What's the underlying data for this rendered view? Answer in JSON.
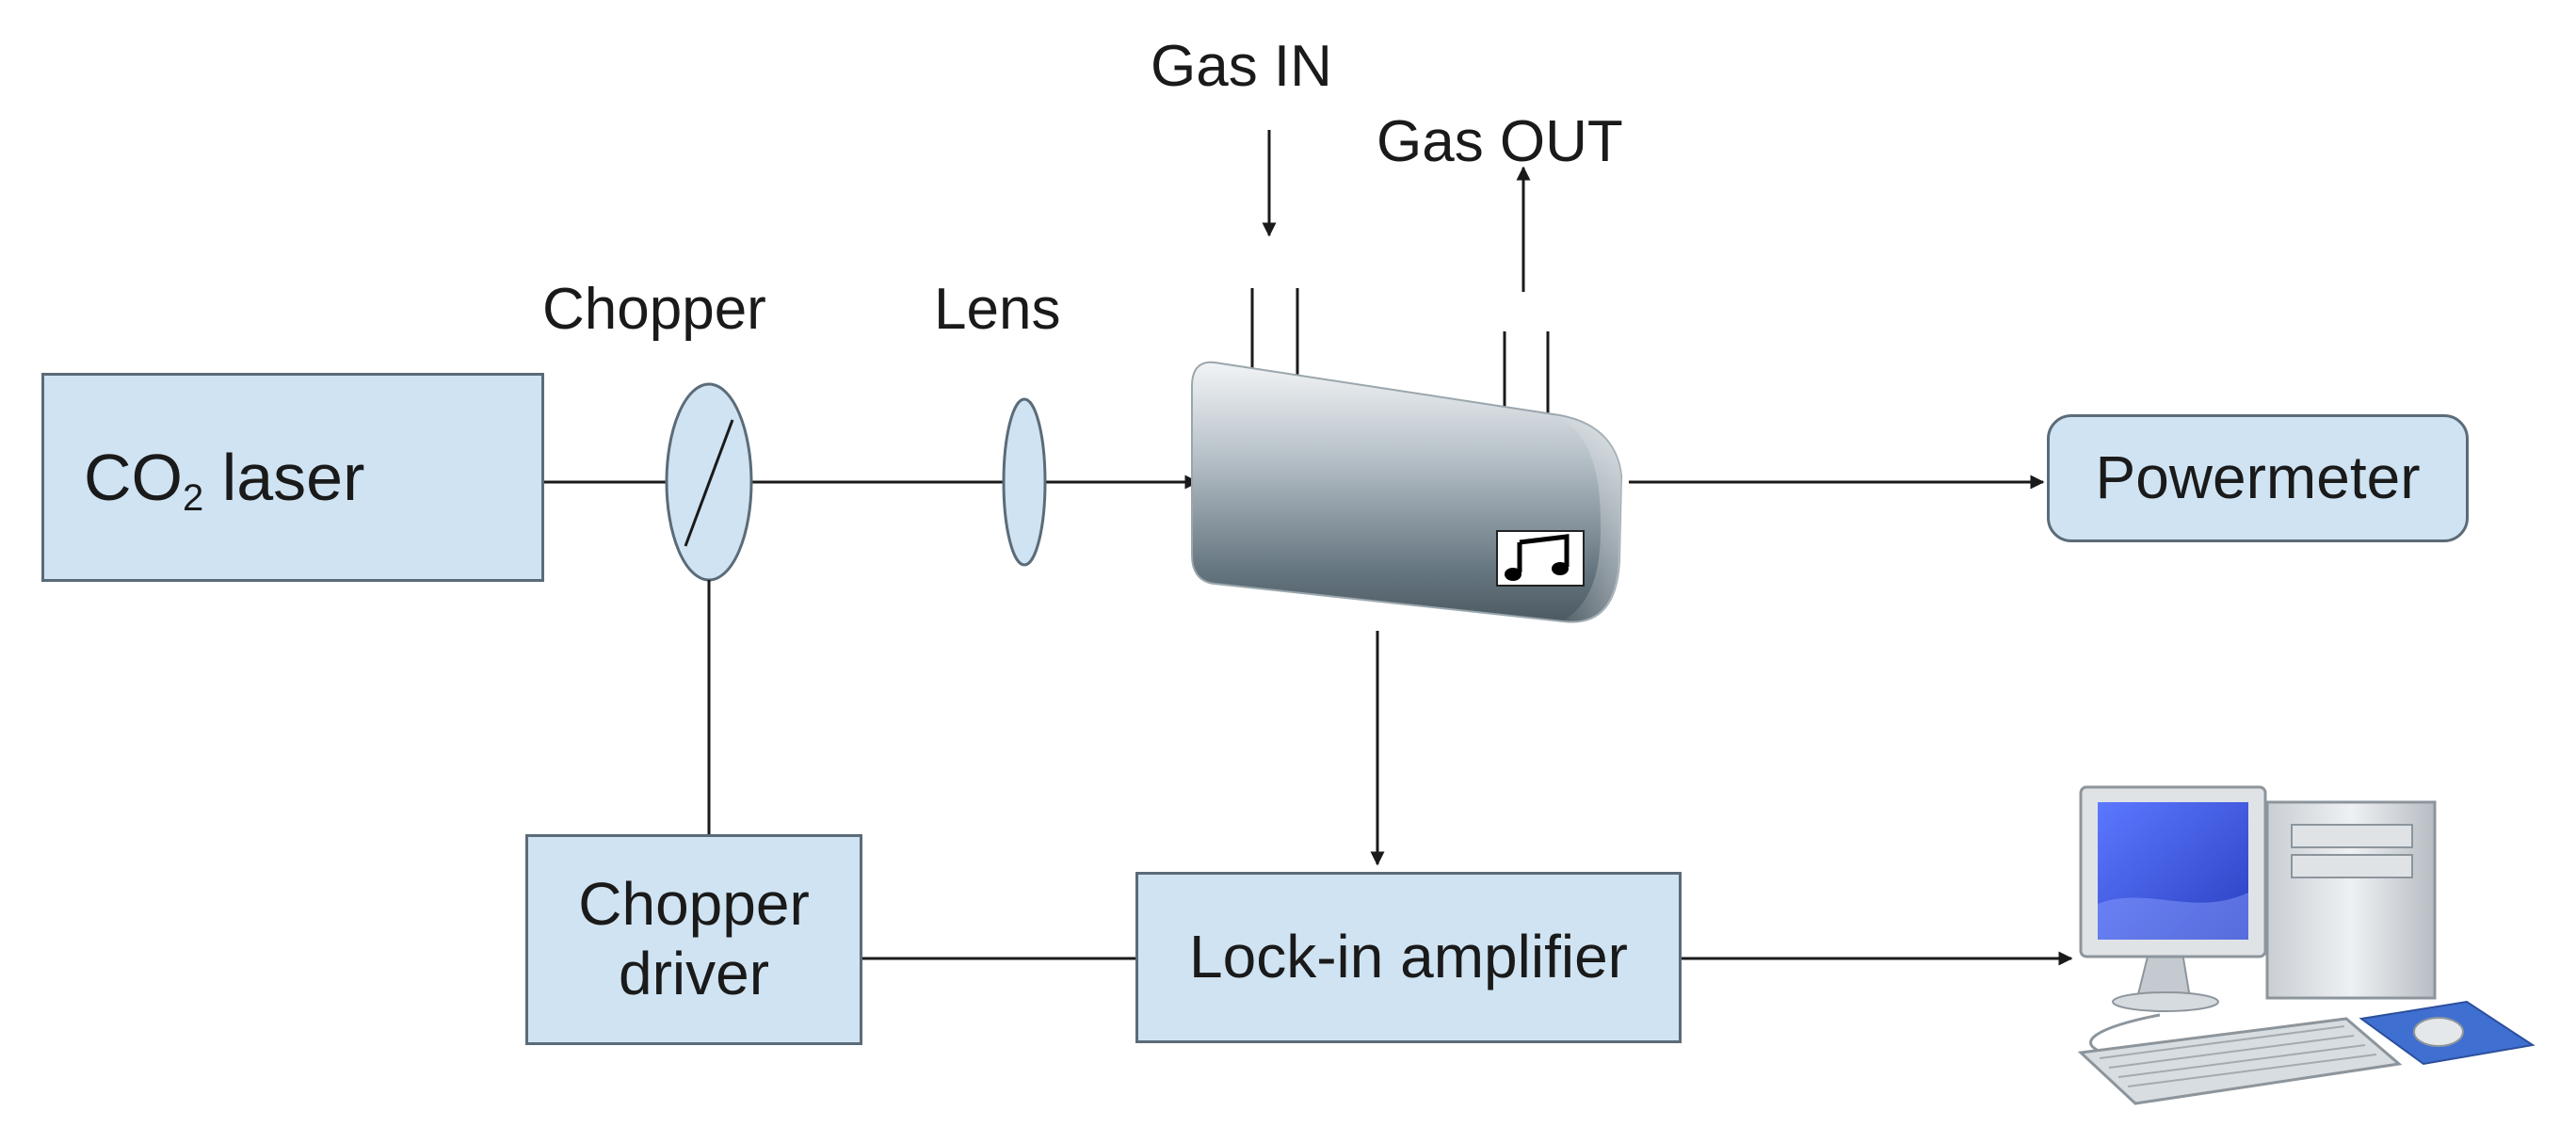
{
  "labels": {
    "gas_in": "Gas IN",
    "gas_out": "Gas OUT",
    "chopper": "Chopper",
    "lens": "Lens"
  },
  "boxes": {
    "laser": {
      "main": "CO",
      "subscript": "2",
      "rest": "laser"
    },
    "powermeter": "Powermeter",
    "chopper_driver": {
      "line1": "Chopper",
      "line2": "driver"
    },
    "lockin": "Lock-in amplifier"
  },
  "colors": {
    "box_fill": "#cfe3f2",
    "box_border": "#5b6b78",
    "line": "#1a1a1a",
    "cell_dark": "#5a6870",
    "cell_light": "#e3e8ec",
    "screen_blue": "#3a57e0"
  },
  "icons": {
    "photoacoustic_cell": "gas-cell-icon",
    "microphone": "music-note-icon",
    "computer": "desktop-computer-icon"
  }
}
